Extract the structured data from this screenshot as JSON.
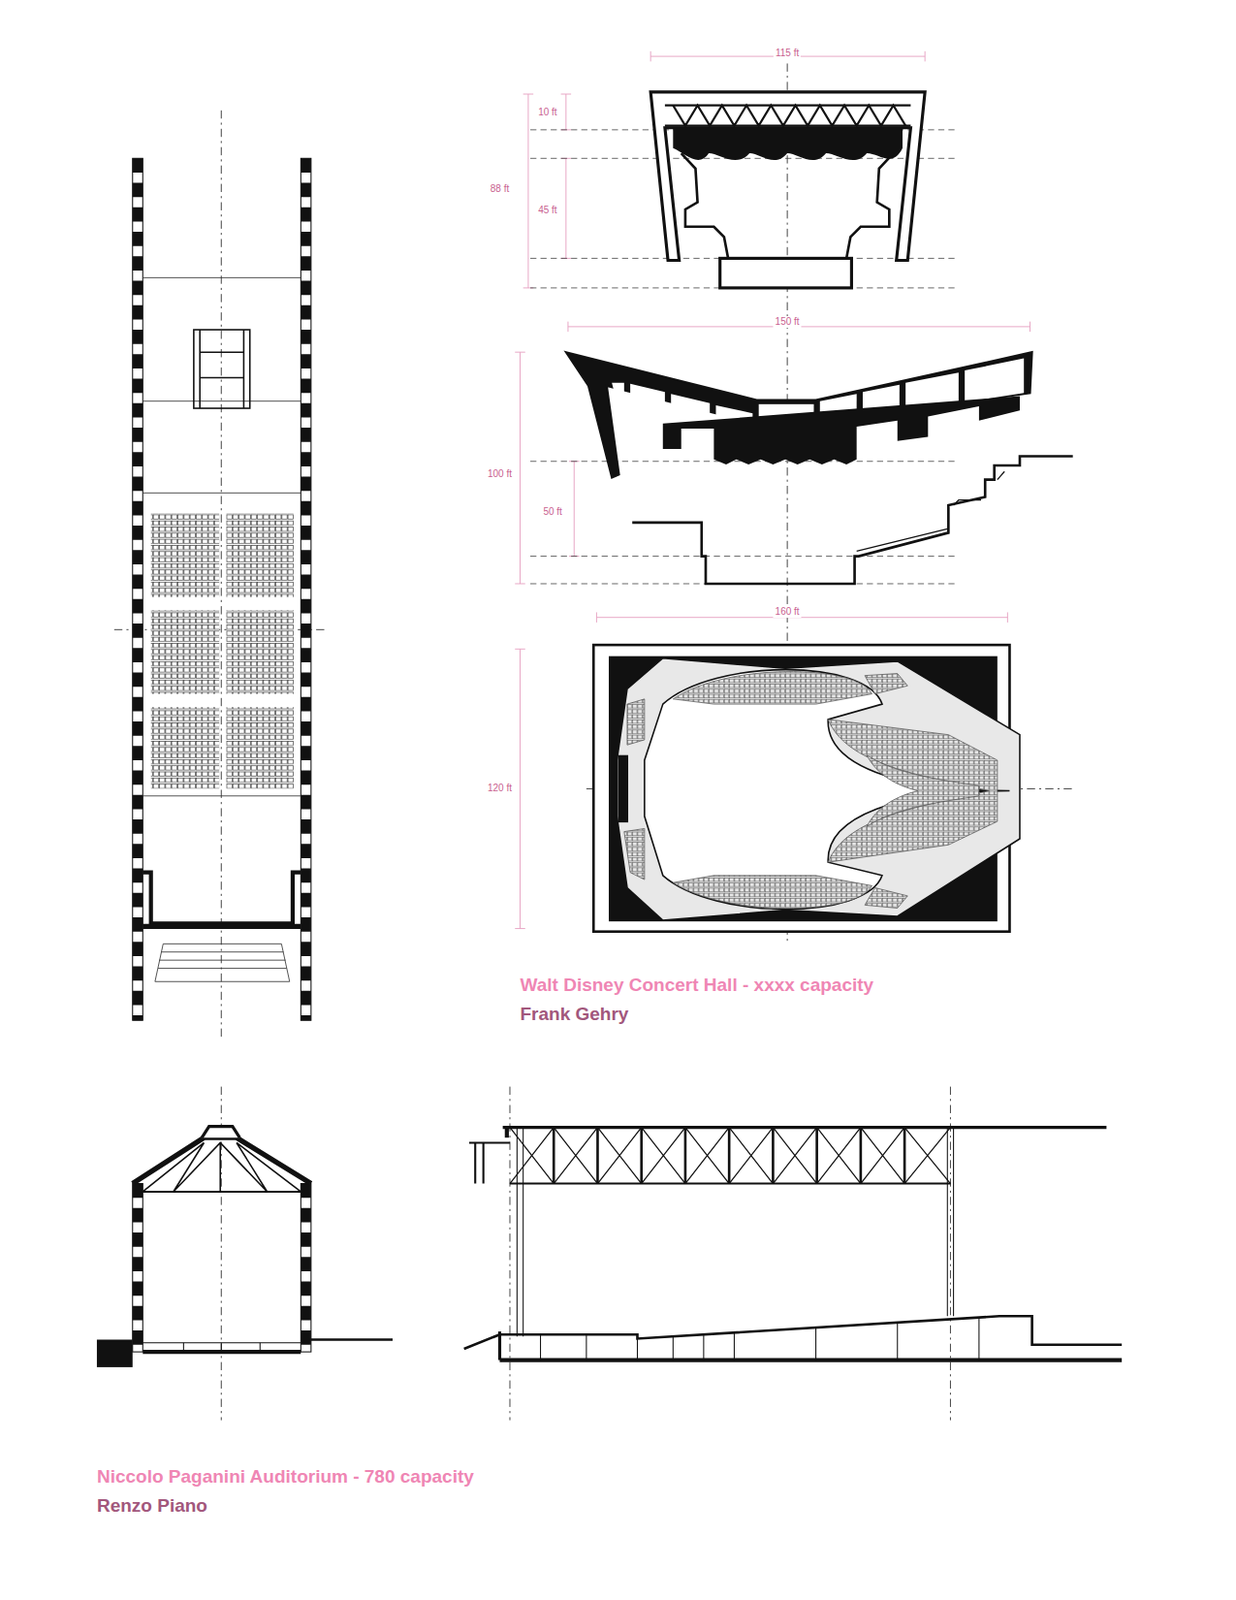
{
  "diagram": {
    "labels": [
      "115 ft",
      "10 ft",
      "88 ft",
      "45 ft",
      "150 ft",
      "100 ft",
      "50 ft",
      "160 ft",
      "120 ft",
      "Walt Disney Concert Hall - xxxx capacity",
      "Frank Gehry",
      "Niccolo Paganini Auditorium - 780 capacity",
      "Renzo Piano"
    ]
  }
}
